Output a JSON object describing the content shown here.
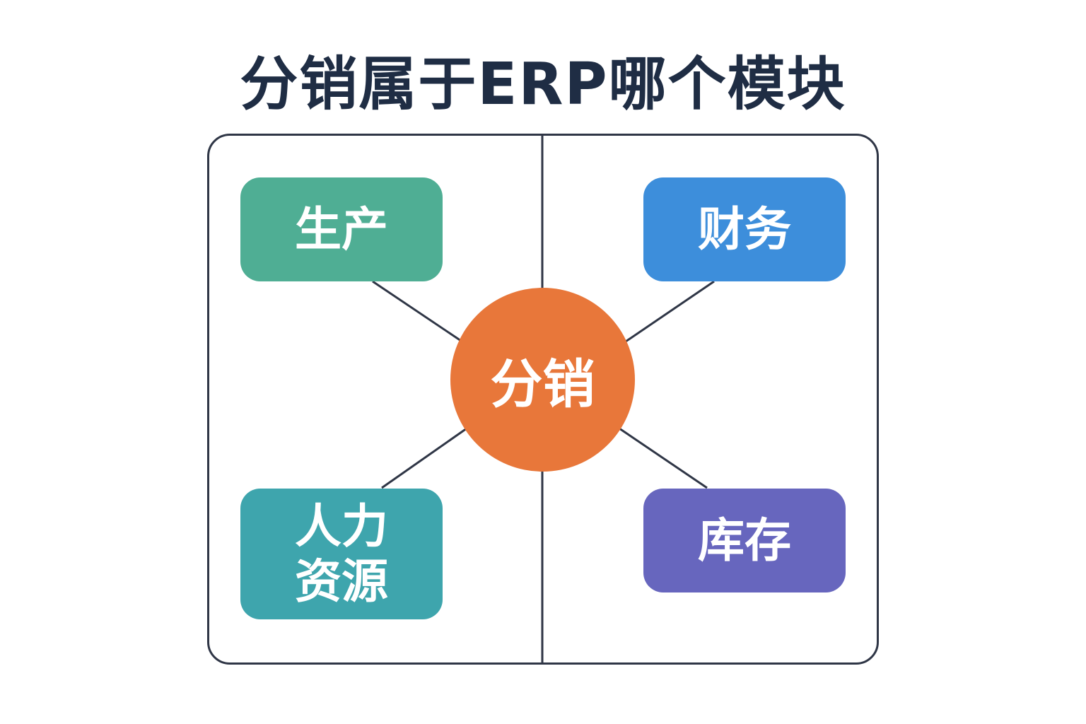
{
  "title": "分销属于ERP哪个模块",
  "center": {
    "label": "分销",
    "color": "#e8773a"
  },
  "modules": [
    {
      "label": "生产",
      "color": "#4fae94"
    },
    {
      "label": "财务",
      "color": "#3d8edb"
    },
    {
      "label": "人力资源",
      "color": "#3ea5ad"
    },
    {
      "label": "库存",
      "color": "#6766be"
    }
  ]
}
